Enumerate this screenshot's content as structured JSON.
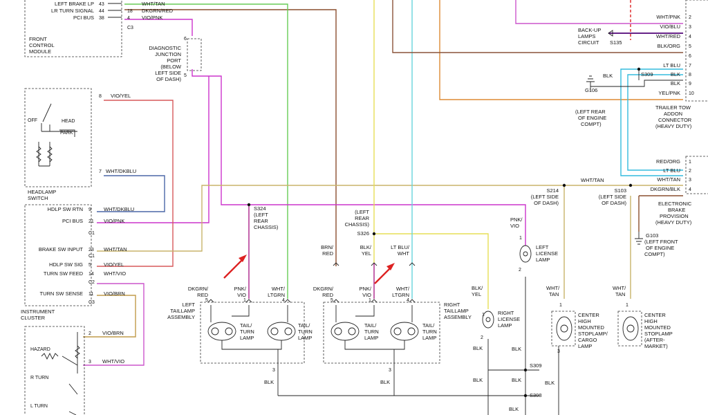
{
  "colors": {
    "vio_pnk": "#cc33cc",
    "dkgrn_red": "#8a4e2e",
    "ltgrn": "#66cc55",
    "vio_yel": "#d7585a",
    "wht_dkblu": "#4a67a7",
    "wht_tan": "#c8b36a",
    "vio_brn": "#c19b4a",
    "wht_vio": "#cc55cc",
    "brn_red": "#8a5238",
    "pnk_vio": "#aa2288",
    "blk_yel": "#e6df55",
    "ltblu_wht": "#66d4dd",
    "ltblu": "#33bbdd",
    "blk": "#222222",
    "orange": "#dd8a33",
    "red_dash": "#dd2222",
    "purple": "#662288",
    "arrow": "#dd2222"
  },
  "fcm": {
    "rows": [
      {
        "label": "LEFT BRAKE LP",
        "pin": "43",
        "wire": "WHT/TAN"
      },
      {
        "label": "LR TURN SIGNAL",
        "pin": "44",
        "pin2": "18",
        "wire": "DKGRN/RED"
      },
      {
        "label": "PCI BUS",
        "pin": "38",
        "pin2": "4",
        "wire": "VIO/PNK"
      }
    ],
    "connector": "C3",
    "title": [
      "FRONT",
      "CONTROL",
      "MODULE"
    ]
  },
  "djp": {
    "pin_top": "6",
    "pin_bottom": "5",
    "title": [
      "DIAGNOSTIC",
      "JUNCTION",
      "PORT",
      "(BELOW",
      "LEFT SIDE",
      "OF DASH)"
    ]
  },
  "headlamp": {
    "pin8": "8",
    "wire8": "VIO/YEL",
    "pin7": "7",
    "wire7": "WHT/DKBLU",
    "off": "OFF",
    "head": "HEAD",
    "park": "PARK",
    "title": [
      "HEADLAMP",
      "SWITCH"
    ]
  },
  "cluster": {
    "rows": [
      {
        "label": "HDLP SW RTN",
        "pin": "9",
        "wire": "WHT/DKBLU"
      },
      {
        "label": "PCI BUS",
        "pin": "21",
        "wire": "VIO/PNK"
      },
      {
        "label": "",
        "pin": "C1",
        "wire": ""
      },
      {
        "label": "BRAKE SW INPUT",
        "pin": "23",
        "wire": "WHT/TAN"
      },
      {
        "label": "",
        "pin": "C1",
        "wire": ""
      },
      {
        "label": "HDLP SW SIG",
        "pin": "5",
        "wire": "VIO/YEL"
      },
      {
        "label": "TURN SW FEED",
        "pin": "14",
        "wire": "WHT/VIO"
      },
      {
        "label": "",
        "pin": "C2",
        "wire": ""
      },
      {
        "label": "TURN SW SENSE",
        "pin": "11",
        "wire": "VIO/BRN"
      },
      {
        "label": "",
        "pin": "C3",
        "wire": ""
      }
    ],
    "title": [
      "INSTRUMENT",
      "CLUSTER"
    ]
  },
  "multifunction": {
    "pin2": "2",
    "wire2": "VIO/BRN",
    "pin3": "3",
    "wire3": "WHT/VIO",
    "hazard": "HAZARD",
    "rturn": "R TURN",
    "lturn": "L TURN"
  },
  "splices": {
    "s324": [
      "S324",
      "(LEFT",
      "REAR",
      "CHASSIS)"
    ],
    "s326": [
      "(LEFT",
      "REAR",
      "CHASSIS)",
      "S326"
    ],
    "s214": [
      "S214",
      "(LEFT SIDE",
      "OF DASH)"
    ],
    "s103": [
      "S103",
      "(LEFT SIDE",
      "OF DASH)"
    ],
    "s309": "S309",
    "s308": "S308",
    "s135": "S135",
    "s309r": "S309"
  },
  "left_tail": {
    "wires": [
      {
        "pin": "5",
        "name": [
          "DKGRN/",
          "RED"
        ]
      },
      {
        "pin": "1",
        "name": [
          "PNK/",
          "VIO"
        ]
      },
      {
        "pin": "4",
        "name": [
          "WHT/",
          "LTGRN"
        ]
      }
    ],
    "ground_pin": "3",
    "ground_wire": "BLK",
    "title": [
      "LEFT",
      "TAILLAMP",
      "ASSEMBLY"
    ],
    "lamp": [
      "TAIL/",
      "TURN",
      "LAMP"
    ],
    "lamp2": [
      "TAIL/",
      "TURN",
      "LAMP"
    ]
  },
  "right_tail": {
    "wires": [
      {
        "pin": "5",
        "name": [
          "DKGRN/",
          "RED"
        ]
      },
      {
        "pin": "1",
        "name": [
          "PNK/",
          "VIO"
        ]
      },
      {
        "pin": "4",
        "name": [
          "WHT/",
          "LTGRN"
        ]
      }
    ],
    "above": [
      {
        "name": [
          "BRN/",
          "RED"
        ]
      },
      {
        "name": [
          "BLK/",
          "YEL"
        ]
      },
      {
        "name": [
          "LT BLU/",
          "WHT"
        ]
      }
    ],
    "ground_pin": "3",
    "ground_wire": "BLK",
    "title": [
      "RIGHT",
      "TAILLAMP",
      "ASSEMBLY"
    ],
    "lamp": [
      "TAIL/",
      "TURN",
      "LAMP"
    ],
    "lamp2": [
      "TAIL/",
      "TURN",
      "LAMP"
    ]
  },
  "right_license": {
    "wire": [
      "BLK/",
      "YEL"
    ],
    "pin1": "1",
    "pin2": "2",
    "gnd": "BLK",
    "title": [
      "RIGHT",
      "LICENSE",
      "LAMP"
    ]
  },
  "left_license": {
    "wire": [
      "PNK/",
      "VIO"
    ],
    "pin1": "1",
    "pin2": "2",
    "gnd": "BLK",
    "title": [
      "LEFT",
      "LICENSE",
      "LAMP"
    ]
  },
  "chmsl_cargo": {
    "wire": [
      "WHT/",
      "TAN"
    ],
    "pin1": "1",
    "pin3": "3",
    "title": [
      "CENTER",
      "HIGH",
      "MOUNTED",
      "STOPLAMP/",
      "CARGO",
      "LAMP"
    ]
  },
  "chmsl_after": {
    "wire": [
      "WHT/",
      "TAN"
    ],
    "pin1": "1",
    "title": [
      "CENTER",
      "HIGH",
      "MOUNTED",
      "STOPLAMP",
      "(AFTER-",
      "MARKET)"
    ]
  },
  "blk_labels": [
    "BLK",
    "BLK",
    "BLK",
    "BLK"
  ],
  "trailer": {
    "rows": [
      {
        "wire": "WHT/PNK",
        "pin": "2"
      },
      {
        "wire": "VIO/BLU",
        "pin": "3"
      },
      {
        "wire": "WHT/RED",
        "pin": "4"
      },
      {
        "wire": "BLK/ORG",
        "pin": "5"
      },
      {
        "wire": "",
        "pin": "6"
      },
      {
        "wire": "LT BLU",
        "pin": "7"
      },
      {
        "wire": "BLK",
        "pin": "8"
      },
      {
        "wire": "BLK",
        "pin": "9"
      },
      {
        "wire": "YEL/PNK",
        "pin": "10"
      }
    ],
    "backup": [
      "BACK-UP",
      "LAMPS",
      "CIRCUIT"
    ],
    "ground_wire": "BLK",
    "g106": "G106",
    "g106_loc": [
      "(LEFT REAR",
      "OF ENGINE",
      "COMPT)"
    ],
    "title": [
      "TRAILER TOW",
      "ADDON",
      "CONNECTOR",
      "(HEAVY DUTY)"
    ]
  },
  "brake": {
    "rows": [
      {
        "wire": "RED/ORG",
        "pin": "1"
      },
      {
        "wire": "LT BLU",
        "pin": "2"
      },
      {
        "wire": "WHT/TAN",
        "pin": "3"
      },
      {
        "wire": "DKGRN/BLK",
        "pin": "4"
      }
    ],
    "wht_tan": "WHT/TAN",
    "title": [
      "ELECTRONIC",
      "BRAKE",
      "PROVISION",
      "(HEAVY DUTY)"
    ],
    "g103": "G103",
    "g103_loc": [
      "(LEFT FRONT",
      "OF ENGINE",
      "COMPT)"
    ]
  }
}
